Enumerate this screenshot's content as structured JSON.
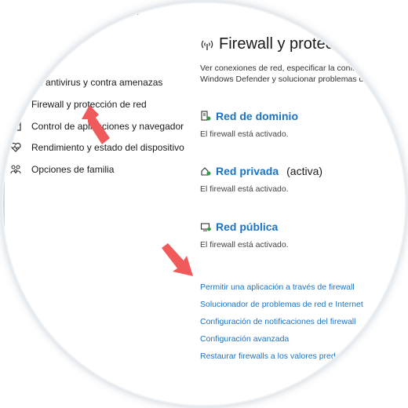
{
  "window": {
    "app_title": "ender"
  },
  "sidebar": {
    "items": [
      {
        "label": "ección antivirus y contra amenazas",
        "icon": "shield-icon"
      },
      {
        "label": "Firewall y protección de red",
        "icon": "wifi-icon"
      },
      {
        "label": "Control de aplicaciones y navegador",
        "icon": "app-browser-icon"
      },
      {
        "label": "Rendimiento y estado del dispositivo",
        "icon": "heart-icon"
      },
      {
        "label": "Opciones de familia",
        "icon": "family-icon"
      }
    ]
  },
  "main": {
    "title": "Firewall y protec",
    "description_line1": "Ver conexiones de red, especificar la confi",
    "description_line2": "Windows Defender y solucionar problemas d",
    "networks": [
      {
        "name": "Red de dominio",
        "badge": "",
        "status": "El firewall está activado.",
        "icon": "domain-network-icon"
      },
      {
        "name": "Red privada",
        "badge": "(activa)",
        "status": "El firewall está activado.",
        "icon": "private-network-icon"
      },
      {
        "name": "Red pública",
        "badge": "",
        "status": "El firewall está activado.",
        "icon": "public-network-icon"
      }
    ],
    "links": [
      "Permitir una aplicación a través de firewall",
      "Solucionador de problemas de red e Internet",
      "Configuración de notificaciones del firewall",
      "Configuración avanzada",
      "Restaurar firewalls a los valores prede"
    ]
  },
  "colors": {
    "link": "#1b73c4",
    "arrow": "#f05a5a"
  }
}
